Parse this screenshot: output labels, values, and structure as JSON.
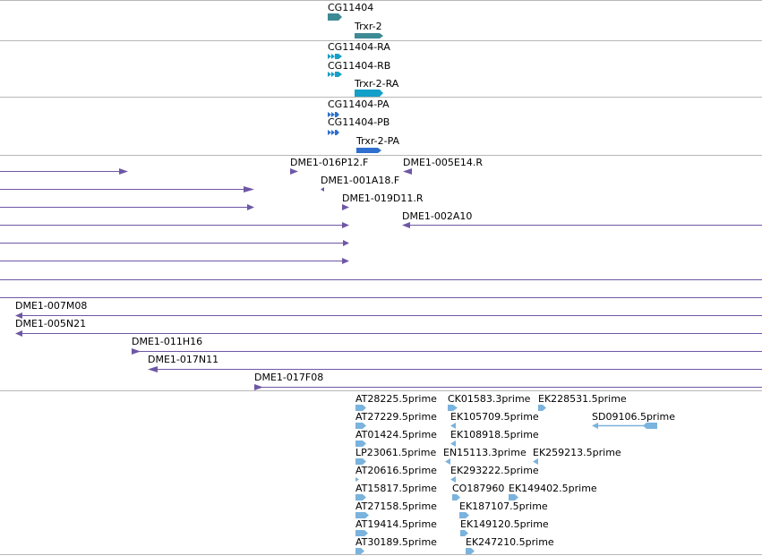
{
  "colors": {
    "gene": "#3d8a95",
    "transcript": "#14a0c8",
    "protein": "#2f6fcf",
    "clone": "#6e57a5",
    "est": "#7ab3dd",
    "divider": "#b8b8b8"
  },
  "genes": [
    {
      "label": "CG11404"
    },
    {
      "label": "Trxr-2"
    }
  ],
  "transcripts": [
    {
      "label": "CG11404-RA"
    },
    {
      "label": "CG11404-RB"
    },
    {
      "label": "Trxr-2-RA"
    }
  ],
  "proteins": [
    {
      "label": "CG11404-PA"
    },
    {
      "label": "CG11404-PB"
    },
    {
      "label": "Trxr-2-PA"
    }
  ],
  "clone_ends": [
    {
      "label": "DME1-016P12.F"
    },
    {
      "label": "DME1-005E14.R"
    },
    {
      "label": "DME1-001A18.F"
    },
    {
      "label": "DME1-019D11.R"
    },
    {
      "label": "DME1-002A10"
    }
  ],
  "clones": [
    {
      "label": "DME1-007M08"
    },
    {
      "label": "DME1-005N21"
    },
    {
      "label": "DME1-011H16"
    },
    {
      "label": "DME1-017N11"
    },
    {
      "label": "DME1-017F08"
    }
  ],
  "ests": [
    {
      "label": "AT28225.5prime"
    },
    {
      "label": "CK01583.3prime"
    },
    {
      "label": "EK228531.5prime"
    },
    {
      "label": "AT27229.5prime"
    },
    {
      "label": "EK105709.5prime"
    },
    {
      "label": "SD09106.5prime"
    },
    {
      "label": "AT01424.5prime"
    },
    {
      "label": "EK108918.5prime"
    },
    {
      "label": "LP23061.5prime"
    },
    {
      "label": "EN15113.3prime"
    },
    {
      "label": "EK259213.5prime"
    },
    {
      "label": "AT20616.5prime"
    },
    {
      "label": "EK293222.5prime"
    },
    {
      "label": "AT15817.5prime"
    },
    {
      "label": "CO187960"
    },
    {
      "label": "EK149402.5prime"
    },
    {
      "label": "AT27158.5prime"
    },
    {
      "label": "EK187107.5prime"
    },
    {
      "label": "AT19414.5prime"
    },
    {
      "label": "EK149120.5prime"
    },
    {
      "label": "AT30189.5prime"
    },
    {
      "label": "EK247210.5prime"
    }
  ]
}
